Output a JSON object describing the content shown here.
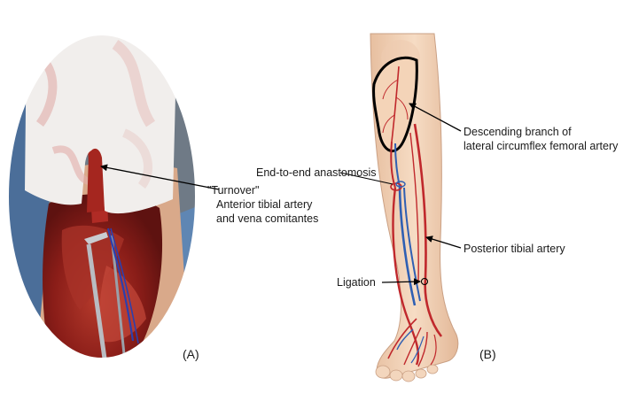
{
  "labels": {
    "turnover_line1": "\"Turnover\"",
    "turnover_line2": "Anterior tibial artery",
    "turnover_line3": "and vena comitantes",
    "end_to_end": "End-to-end anastomosis",
    "descending_line1": "Descending branch of",
    "descending_line2": "lateral circumflex femoral artery",
    "posterior_tibial": "Posterior tibial artery",
    "ligation": "Ligation"
  },
  "panels": {
    "a": "(A)",
    "b": "(B)"
  },
  "colors": {
    "artery": "#c0282c",
    "vein": "#2f5fb3",
    "tissue": "#9c1f1f",
    "skin": "#f2d3b6",
    "flap_outline": "#000000",
    "arrow": "#000000"
  }
}
